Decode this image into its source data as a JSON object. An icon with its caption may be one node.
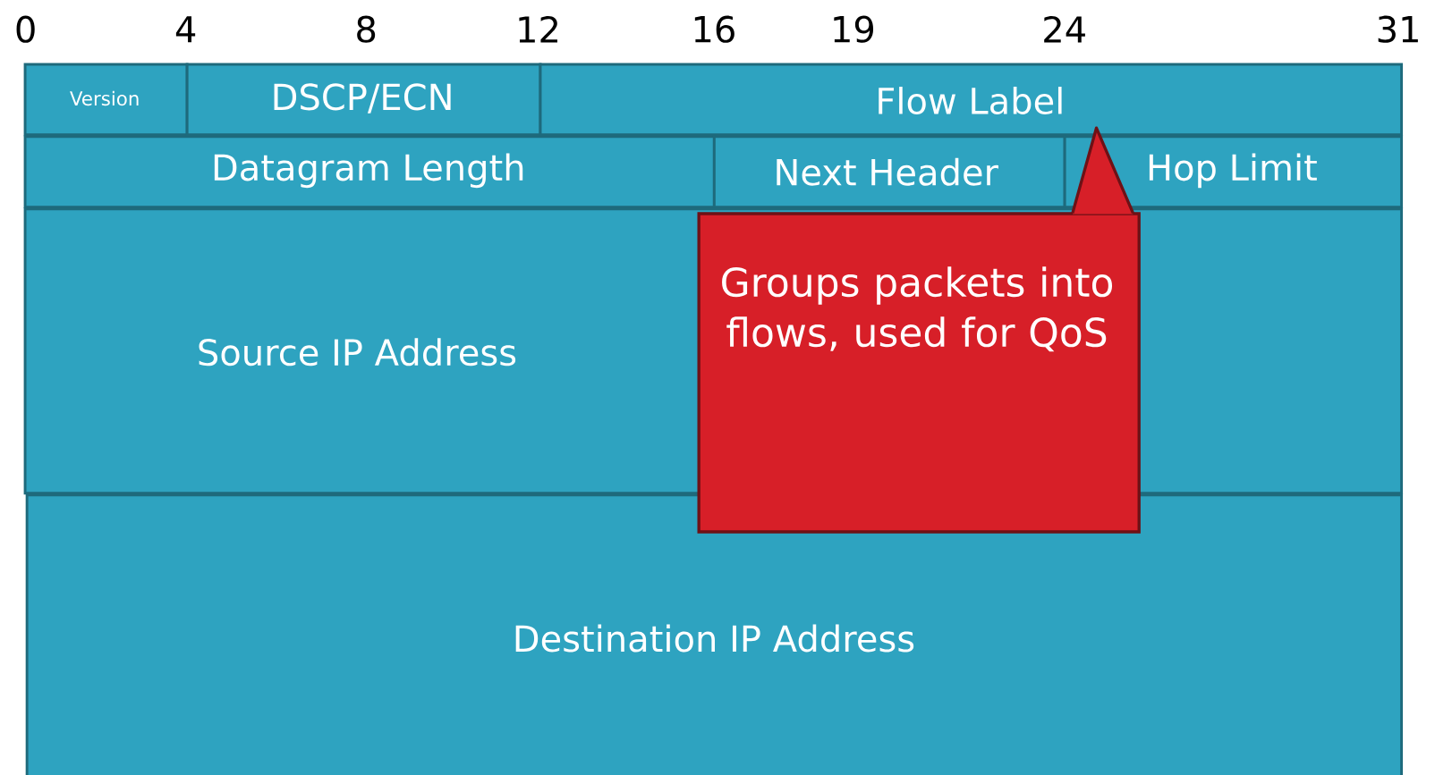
{
  "diagram": {
    "nodes": [
      {
        "text": [
          "Version"
        ]
      },
      {
        "text": [
          "DSCP/ECN"
        ]
      },
      {
        "text": [
          "Flow Label"
        ]
      },
      {
        "text": [
          "Datagram Length"
        ]
      },
      {
        "text": [
          "Next Header"
        ]
      },
      {
        "text": [
          "Hop Limit"
        ]
      },
      {
        "text": [
          "Source IP Address"
        ]
      },
      {
        "text": [
          "Destination IP Address"
        ]
      },
      {
        "text": [
          "Groups packets into flows, used for QoS"
        ]
      }
    ],
    "edges": [],
    "labels": [
      "0",
      "4",
      "8",
      "12",
      "16",
      "19",
      "24",
      "31"
    ]
  }
}
